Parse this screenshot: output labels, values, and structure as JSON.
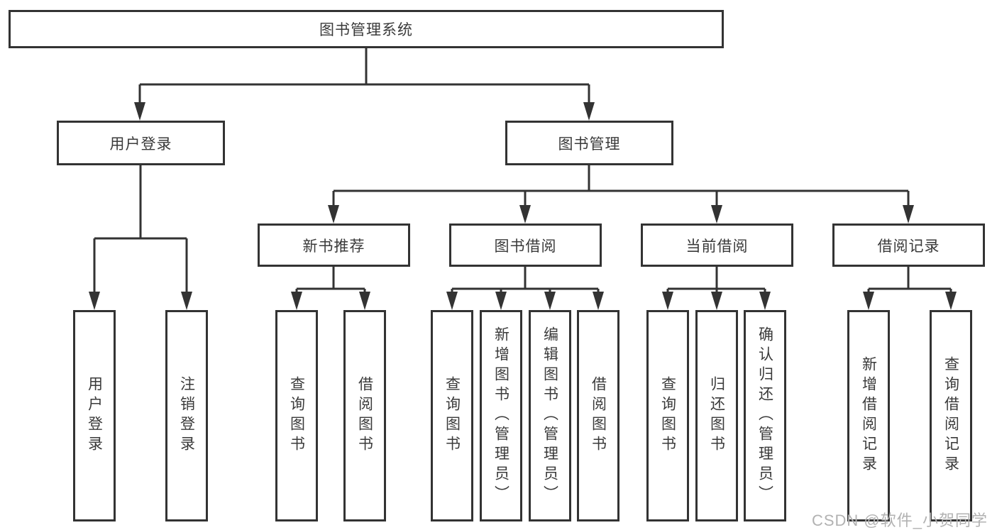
{
  "root": {
    "label": "图书管理系统"
  },
  "level2": [
    {
      "label": "用户登录"
    },
    {
      "label": "图书管理"
    }
  ],
  "level3": [
    {
      "label": "新书推荐"
    },
    {
      "label": "图书借阅"
    },
    {
      "label": "当前借阅"
    },
    {
      "label": "借阅记录"
    }
  ],
  "leaves": {
    "login": [
      "用户登录",
      "注销登录"
    ],
    "newbook": [
      "查询图书",
      "借阅图书"
    ],
    "borrow": [
      "查询图书",
      "新增图书（管理员）",
      "编辑图书（管理员）",
      "借阅图书"
    ],
    "current": [
      "查询图书",
      "归还图书",
      "确认归还（管理员）"
    ],
    "records": [
      "新增借阅记录",
      "查询借阅记录"
    ]
  },
  "watermark": "CSDN @软件_小贺同学",
  "colors": {
    "line": "#333333",
    "text": "#3a3a3a",
    "background": "#ffffff",
    "watermark": "#b2b2b2"
  }
}
